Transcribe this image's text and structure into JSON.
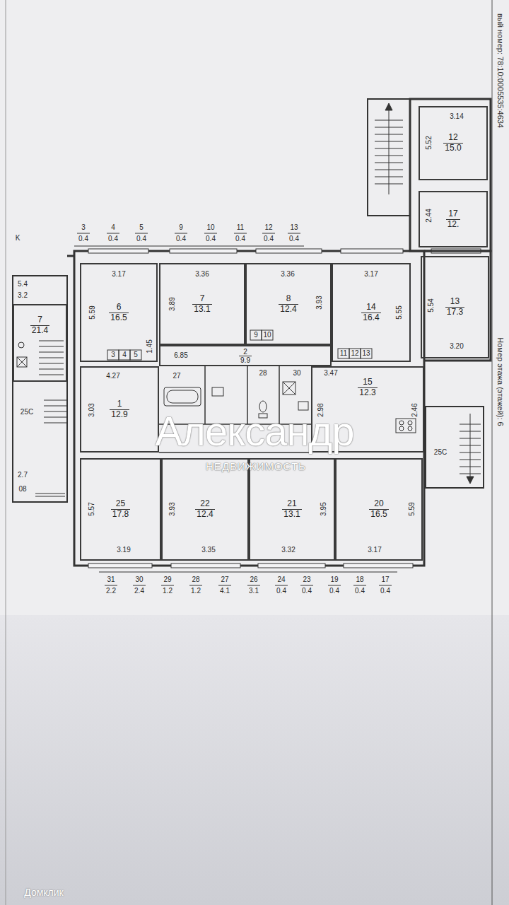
{
  "diagram": {
    "nodes": [
      {
        "text": [
          "12",
          "15.0"
        ]
      },
      {
        "text": [
          "17",
          "12."
        ]
      },
      {
        "text": [
          "6",
          "16.5"
        ]
      },
      {
        "text": [
          "7",
          "13.1"
        ]
      },
      {
        "text": [
          "8",
          "12.4"
        ]
      },
      {
        "text": [
          "14",
          "16.4"
        ]
      },
      {
        "text": [
          "13",
          "17.3"
        ]
      },
      {
        "text": [
          "7",
          "21.4"
        ]
      },
      {
        "text": [
          "2",
          "9.9"
        ]
      },
      {
        "text": [
          "1",
          "12.9"
        ]
      },
      {
        "text": [
          "15",
          "12.3"
        ]
      },
      {
        "text": [
          "25",
          "17.8"
        ]
      },
      {
        "text": [
          "22",
          "12.4"
        ]
      },
      {
        "text": [
          "21",
          "13.1"
        ]
      },
      {
        "text": [
          "20",
          "16.5"
        ]
      }
    ],
    "labels": [
      "3",
      "0.4",
      "4",
      "0.4",
      "5",
      "0.4",
      "9",
      "0.4",
      "10",
      "0.4",
      "11",
      "0.4",
      "12",
      "0.4",
      "13",
      "0.4",
      "31",
      "2.2",
      "30",
      "2.4",
      "29",
      "1.2",
      "28",
      "1.2",
      "27",
      "4.1",
      "26",
      "3.1",
      "24",
      "0.4",
      "23",
      "0.4",
      "19",
      "0.4",
      "18",
      "0.4",
      "17",
      "0.4",
      "3.14",
      "5.52",
      "2.44",
      "K",
      "5.4",
      "3.2",
      "3.17",
      "5.59",
      "3.36",
      "3.89",
      "3.36",
      "3.93",
      "3.17",
      "5.55",
      "5.54",
      "3.20",
      "3",
      "4",
      "5",
      "9",
      "10",
      "11",
      "12",
      "13",
      "6.85",
      "1.45",
      "25C",
      "4.27",
      "3.03",
      "27",
      "28",
      "30",
      "3.47",
      "2.98",
      "2.46",
      "25C",
      "2.7",
      "08",
      "5.57",
      "3.19",
      "3.93",
      "3.35",
      "3.95",
      "3.32",
      "5.59",
      "3.17",
      "Александр",
      "НЕДВИЖИМОСТЬ",
      "Домклик",
      "вый номер: 78:10:0005535:4634",
      "Номер этажа (этажей): 6"
    ]
  }
}
